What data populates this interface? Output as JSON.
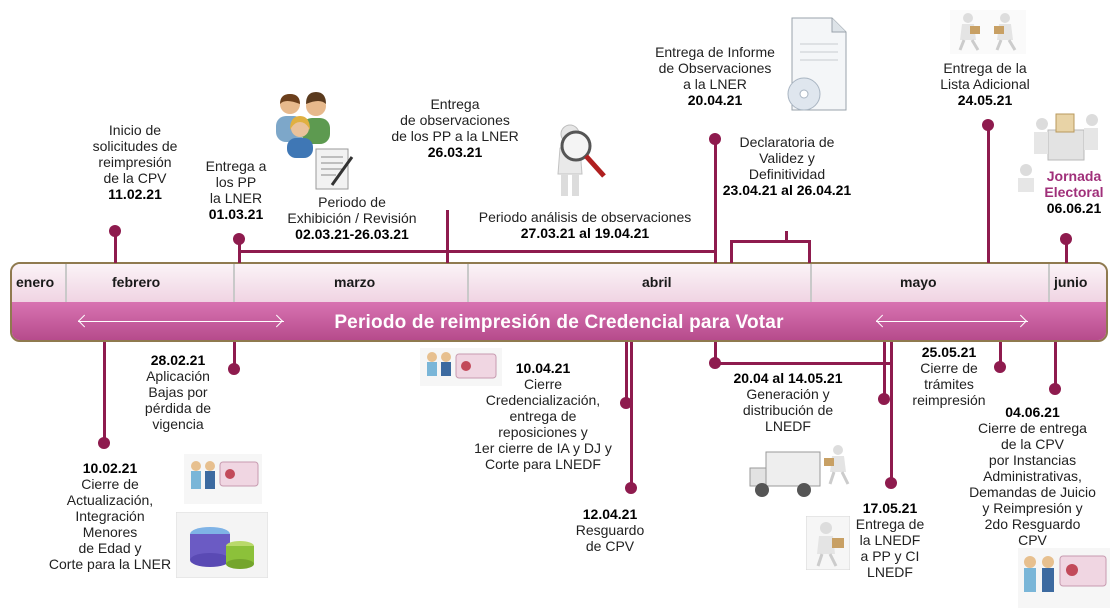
{
  "months": [
    "enero",
    "febrero",
    "marzo",
    "abril",
    "mayo",
    "junio"
  ],
  "bar_title": "Periodo de reimpresión de Credencial para Votar",
  "colors": {
    "accent": "#8e1b4e",
    "bar_bottom": "#c85a9e",
    "bar_top": "#f6e6ee",
    "jornada": "#a0307a"
  },
  "top": {
    "inicio": {
      "text": "Inicio de\nsolicitudes de\nreimpresión\nde la CPV",
      "date": "11.02.21"
    },
    "entrega_pp": {
      "text": "Entrega a\nlos PP\nla LNER",
      "date": "01.03.21"
    },
    "exhibicion": {
      "text": "Periodo de\nExhibición / Revisión",
      "date": "02.03.21-26.03.21"
    },
    "observaciones": {
      "text": "Entrega\nde observaciones\nde los PP a la LNER",
      "date": "26.03.21"
    },
    "analisis": {
      "text": "Periodo análisis de observaciones",
      "date": "27.03.21  al 19.04.21"
    },
    "informe": {
      "text": "Entrega de Informe\nde Observaciones\na la LNER",
      "date": "20.04.21"
    },
    "declaratoria": {
      "text": "Declaratoria de\nValidez y\nDefinitividad",
      "date": "23.04.21  al\n26.04.21"
    },
    "adicional": {
      "text": "Entrega de la\nLista Adicional",
      "date": "24.05.21"
    },
    "jornada": {
      "text": "Jornada\nElectoral",
      "date": "06.06.21"
    }
  },
  "bottom": {
    "cierre_act": {
      "date": "10.02.21",
      "text": "Cierre de\nActualización,\nIntegración\nMenores\nde Edad y\nCorte para la LNER"
    },
    "bajas": {
      "date": "28.02.21",
      "text": "Aplicación\nBajas por\npérdida de\nvigencia"
    },
    "credencial": {
      "date": "10.04.21",
      "text": "Cierre\nCredencialización,\nentrega de\nreposiciones y\n1er cierre de  IA y DJ y\nCorte para LNEDF"
    },
    "resguardo": {
      "date": "12.04.21",
      "text": "Resguardo\nde CPV"
    },
    "generacion": {
      "date": "20.04 al 14.05.21",
      "text": "Generación y\ndistribución de\nLNEDF"
    },
    "entrega_lnedf": {
      "date": "17.05.21",
      "text": "Entrega de\nla LNEDF\na PP y CI\nLNEDF"
    },
    "cierre_tramites": {
      "date": "25.05.21",
      "text": "Cierre de\ntrámites\nreimpresión"
    },
    "cierre_entrega": {
      "date": "04.06.21",
      "text": "Cierre de entrega\nde la CPV\npor Instancias\nAdministrativas,\nDemandas de Juicio\ny Reimpresión y\n2do Resguardo\nCPV"
    }
  },
  "icons": [
    "people-icon",
    "document-icon",
    "magnifier-icon",
    "report-folder-icon",
    "courier-icon",
    "ballot-box-icon",
    "id-card-icon",
    "database-icon",
    "truck-icon"
  ]
}
